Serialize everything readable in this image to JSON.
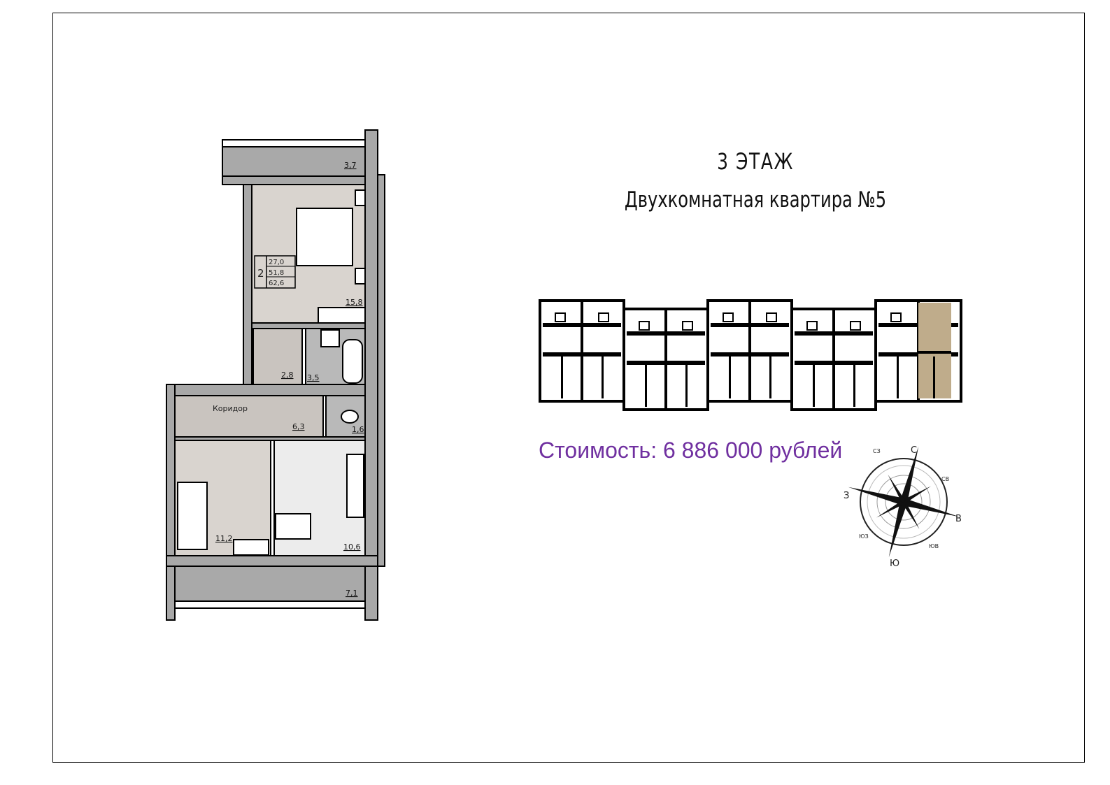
{
  "header": {
    "floor": "3 ЭТАЖ",
    "apartment": "Двухкомнатная квартира №5"
  },
  "price": "Стоимость: 6 886 000 рублей",
  "plan": {
    "rooms": {
      "balcony_top": "3,7",
      "bedroom": "15,8",
      "hall_small": "2,8",
      "bathroom": "3,5",
      "corridor_name": "Коридор",
      "corridor": "6,3",
      "wc": "1,6",
      "room2": "11,2",
      "kitchen": "10,6",
      "balcony_bottom": "7,1"
    },
    "summary": {
      "rooms_count": "2",
      "living_area": "27,0",
      "total_area": "51,8",
      "total_with_balconies": "62,6"
    }
  },
  "compass": {
    "n": "С",
    "ne": "СВ",
    "e": "В",
    "se": "ЮВ",
    "s": "Ю",
    "sw": "ЮЗ",
    "w": "З",
    "nw": "СЗ"
  },
  "colors": {
    "price": "#7030a0",
    "highlight": "#bfac8b",
    "wall": "#a8a8a8",
    "wood": "#d9d4cf",
    "tile": "#ececec"
  }
}
